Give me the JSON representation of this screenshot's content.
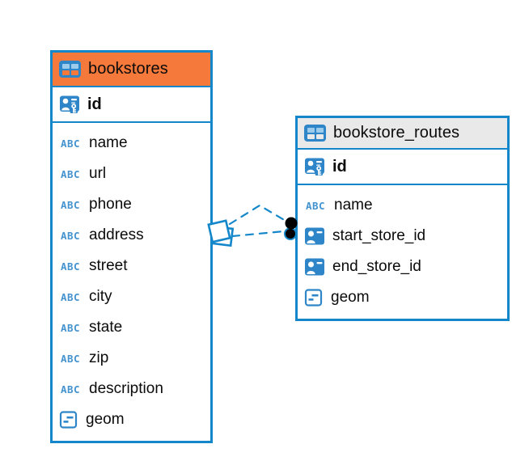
{
  "tables": [
    {
      "title": "bookstores",
      "header_color": "#F5793B",
      "primary_key": {
        "name": "id"
      },
      "columns": [
        {
          "name": "name",
          "type": "text"
        },
        {
          "name": "url",
          "type": "text"
        },
        {
          "name": "phone",
          "type": "text"
        },
        {
          "name": "address",
          "type": "text"
        },
        {
          "name": "street",
          "type": "text"
        },
        {
          "name": "city",
          "type": "text"
        },
        {
          "name": "state",
          "type": "text"
        },
        {
          "name": "zip",
          "type": "text"
        },
        {
          "name": "description",
          "type": "text"
        },
        {
          "name": "geom",
          "type": "geometry"
        }
      ]
    },
    {
      "title": "bookstore_routes",
      "header_color": "#E9E9E9",
      "primary_key": {
        "name": "id"
      },
      "columns": [
        {
          "name": "name",
          "type": "text"
        },
        {
          "name": "start_store_id",
          "type": "reference"
        },
        {
          "name": "end_store_id",
          "type": "reference"
        },
        {
          "name": "geom",
          "type": "geometry"
        }
      ]
    }
  ],
  "relationships": [
    {
      "from": "bookstores",
      "to": "bookstore_routes",
      "style": "dashed"
    },
    {
      "from": "bookstores",
      "to": "bookstore_routes",
      "style": "dashed"
    }
  ],
  "icons": {
    "text_type_label": "ABC"
  },
  "colors": {
    "table_border_blue": "#1487CA",
    "icon_blue": "#2E86C8",
    "text_type_blue": "#4493CF",
    "bookstores_header_orange": "#F5793B",
    "routes_header_gray": "#E9E9E9",
    "connector_dot_black": "#000000",
    "background": "#FFFFFF",
    "text": "#0B0B0B"
  }
}
